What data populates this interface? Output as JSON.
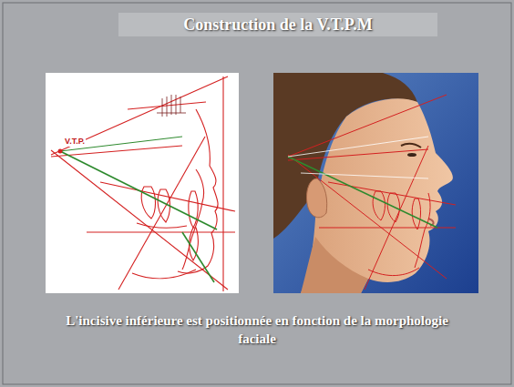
{
  "diagram": {
    "title": "Construction de la V.T.P.M",
    "caption": "L'incisive inférieure est positionnée en fonction de la morphologie faciale",
    "labels": [
      "V.T.P."
    ]
  }
}
